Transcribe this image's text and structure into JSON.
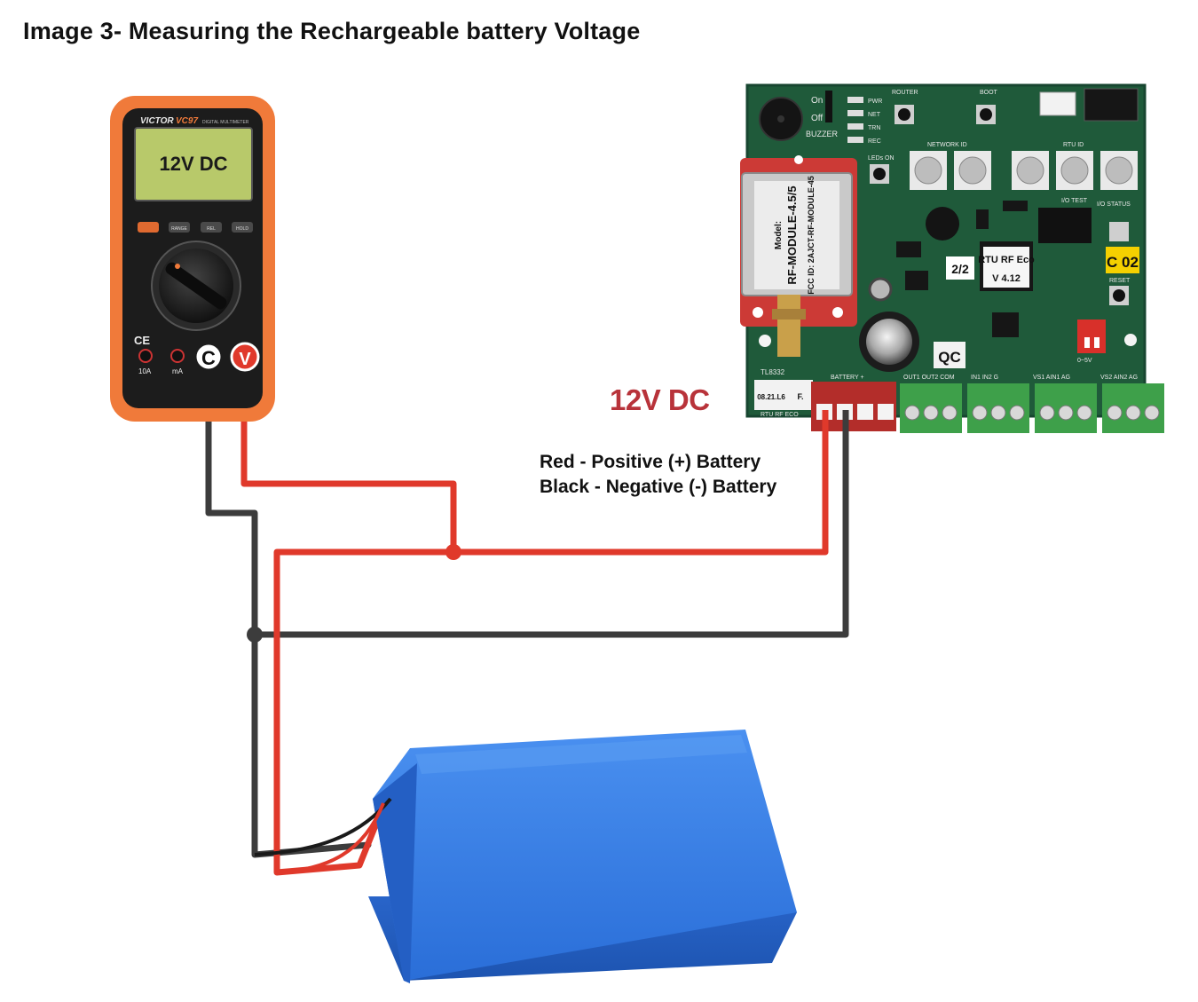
{
  "title": "Image 3- Measuring the Rechargeable battery Voltage",
  "multimeter": {
    "brand": "VICTOR",
    "model": "VC97",
    "subtitle": "DIGITAL MULTIMETER",
    "display": "12V DC",
    "buttons": [
      "",
      "RANGE",
      "REL",
      "HOLD"
    ],
    "terminal_common": "C",
    "terminal_voltage": "V",
    "terminal_10a": "10A",
    "terminal_ma": "mA",
    "ce_mark": "CE"
  },
  "board": {
    "voltage_label": "12V DC",
    "module_text_1": "Model:",
    "module_text_2": "RF-MODULE-4.5/5",
    "module_text_3": "FCC ID: 2AJCT-RF-MODULE-45",
    "buzzer_label": "BUZZER",
    "on_label": "On",
    "off_label": "Off",
    "led_labels": [
      "PWR",
      "NET",
      "TRN",
      "REC"
    ],
    "router_label": "ROUTER",
    "boot_label": "BOOT",
    "network_id_label": "NETWORK ID",
    "rtu_id_label": "RTU ID",
    "leds_on_label": "LEDs ON",
    "io_test_label": "I/O TEST",
    "io_status_label": "I/O STATUS",
    "rtu_chip_line1": "RTU RF Eco",
    "rtu_chip_line2": "V 4.12",
    "sticker_22": "2/2",
    "sticker_c02": "C 02",
    "qc_label": "QC",
    "reset_label": "RESET",
    "range_label": "0~5V",
    "terminal_labels": [
      "OUT1 OUT2 COM",
      "IN1  IN2  G",
      "VS1  AIN1  AG",
      "VS2  AIN2  AG"
    ],
    "battery_terminal_label": "BATTERY +",
    "board_id": "TL8332",
    "sticker_date": "08.21.L6",
    "sticker_f": "F.",
    "board_name": "RTU RF ECO"
  },
  "legend": {
    "red": "Red - Positive (+) Battery",
    "black": "Black - Negative (-) Battery"
  },
  "colors": {
    "red_wire": "#e0392b",
    "black_wire": "#3c3c3c",
    "meter_orange": "#f07a3a",
    "lcd": "#b8c96a",
    "pcb_green": "#1f5a3a",
    "battery_blue": "#2f78e0",
    "label_red": "#b8333a"
  }
}
